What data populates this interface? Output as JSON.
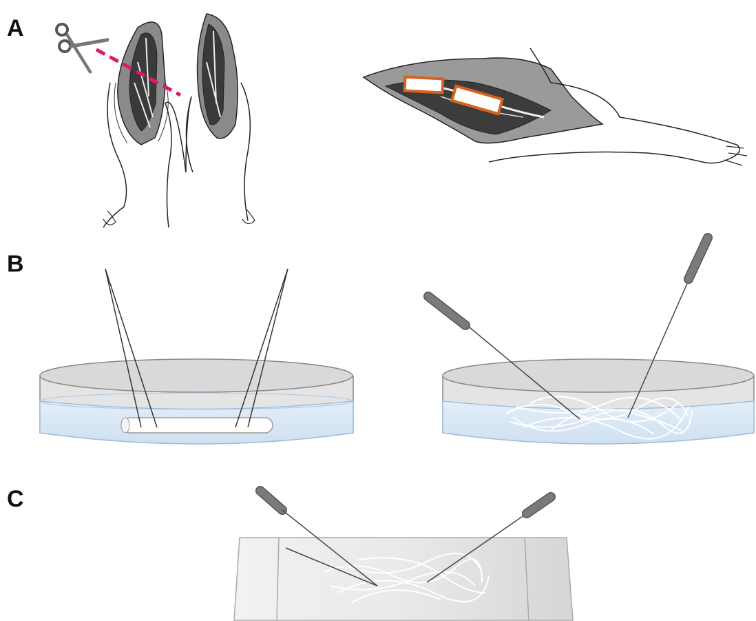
{
  "panels": [
    {
      "id": "A",
      "label": "A"
    },
    {
      "id": "B",
      "label": "B"
    },
    {
      "id": "C",
      "label": "C"
    }
  ],
  "colors": {
    "cut_line": "#e0176e",
    "highlight_box": "#d9621a",
    "dish_water": "#d6e6f4",
    "dish_glass": "#dcdcdc",
    "needle_handle": "#707070",
    "slide": "#e6e6e6"
  },
  "icons": [
    "scissors-icon"
  ]
}
